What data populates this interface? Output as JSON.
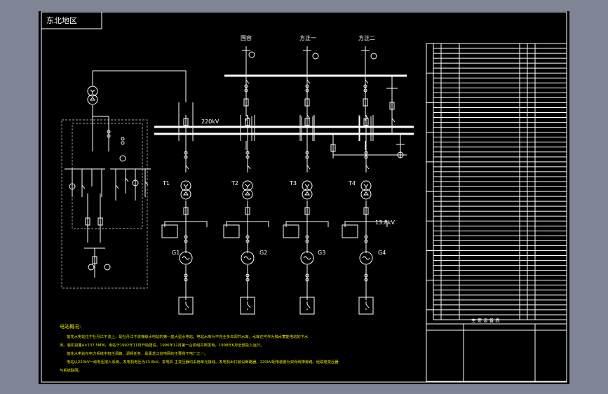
{
  "drawing": {
    "region_title": "东北地区",
    "feeders": [
      "国容",
      "方正一",
      "方正二"
    ],
    "bus_voltage": "220kV",
    "gen_voltage": "13.8kV",
    "transformers": [
      "T1",
      "T2",
      "T3",
      "T4"
    ],
    "generators": [
      "G1",
      "G2",
      "G3",
      "G4"
    ]
  },
  "notes": {
    "heading": "电站概况:",
    "lines": [
      "莲花水电站位于牡丹江干流上，是牡丹江干流梯级水电站的第一座大型水电站。电站水库为不完全多年调节水库，水库还可作为抽水蓄能电站的下水",
      "库。装机容量4×137.5MW，电站于1992年11月开始建设，1996年12月第一台机组并网发电，1998年6月全部投入运行。",
      "莲花水电站在电力系统中担任调峰、调频任务，是黑龙江省电网的主要骨干电厂之一。",
      "电站以220kV一级电压接入系统。发电机电压为13.8kV，发电机-主变压器均采用单元接线。发电机出口装设断路器。220kV配电装置为双母线带旁路，经联络变压器",
      "与系统联网。"
    ]
  },
  "equipment_table": {
    "title": "主 要 设 备 表",
    "rows": 56
  }
}
